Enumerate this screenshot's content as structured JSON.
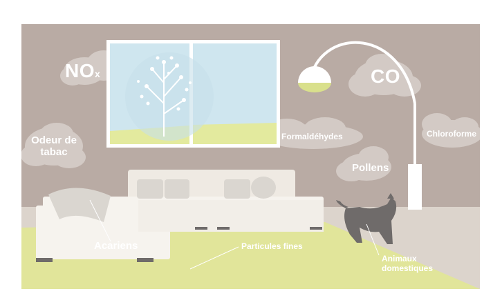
{
  "pollutants": {
    "nox_main": "NO",
    "nox_sub": "x",
    "co": "CO",
    "odeur_line1": "Odeur de",
    "odeur_line2": "tabac",
    "formaldehydes": "Formaldéhydes",
    "chloroforme": "Chloroforme",
    "pollens": "Pollens",
    "acariens": "Acariens",
    "particules": "Particules fines",
    "animaux_line1": "Animaux",
    "animaux_line2": "domestiques"
  },
  "colors": {
    "wall": "#b9aba4",
    "floor": "#dcd4cc",
    "rug": "#e1e59a",
    "sofa": "#f6f3ee",
    "cushion": "#dad6d0",
    "window_sky": "#cfe6ef",
    "window_grass": "#e3ea9e",
    "cloud": "#d3cac5",
    "cat": "#6f6b6a",
    "lamp_shade": "#d9e08c"
  },
  "icons": {
    "window": "window-illustration",
    "tree": "tree-illustration",
    "sofa": "sofa-illustration",
    "lamp": "arc-lamp-illustration",
    "cat": "cat-illustration"
  }
}
